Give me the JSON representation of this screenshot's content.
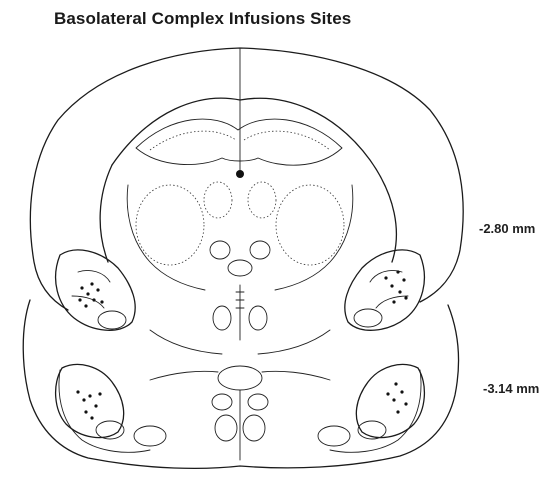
{
  "figure": {
    "title": "Basolateral Complex Infusions Sites",
    "levels": [
      {
        "id": "anterior",
        "label": "-2.80 mm"
      },
      {
        "id": "posterior",
        "label": "-3.14 mm"
      }
    ]
  }
}
